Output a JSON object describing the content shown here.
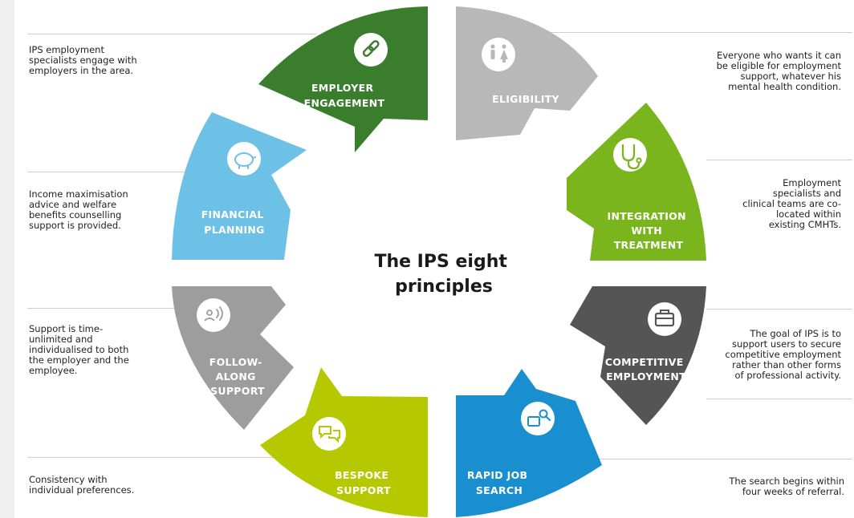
{
  "title": [
    "The IPS eight",
    "principles"
  ],
  "colors": {
    "employer": "#3a7d2c",
    "eligibility": "#b8b8b8",
    "integration": "#7ab51d",
    "competitive": "#555555",
    "rapid": "#1a8fd0",
    "bespoke": "#b5c800",
    "follow": "#9d9d9d",
    "financial": "#6dc1e6"
  },
  "segments": [
    {
      "id": "employer-engagement",
      "label": [
        "EMPLOYER",
        "ENGAGEMENT"
      ],
      "icon": "link-icon",
      "description": "IPS employment\nspecialists engage with\nemployers in the area."
    },
    {
      "id": "eligibility",
      "label": [
        "ELIGIBILITY"
      ],
      "icon": "people-icon",
      "description": "Everyone who wants it can\nbe eligible for employment\nsupport, whatever his\nmental health condition."
    },
    {
      "id": "integration-with-treatment",
      "label": [
        "INTEGRATION",
        "WITH",
        "TREATMENT"
      ],
      "icon": "stethoscope-icon",
      "description": "Employment\nspecialists and\nclinical teams are co-\nlocated within\nexisting CMHTs."
    },
    {
      "id": "competitive-employment",
      "label": [
        "COMPETITIVE",
        "EMPLOYMENT"
      ],
      "icon": "briefcase-icon",
      "description": "The goal of IPS is to\nsupport users to secure\ncompetitive employment\nrather than other forms\nof professional activity."
    },
    {
      "id": "rapid-job-search",
      "label": [
        "RAPID JOB",
        "SEARCH"
      ],
      "icon": "job-search-icon",
      "description": "The search begins within\nfour weeks of referral."
    },
    {
      "id": "bespoke-support",
      "label": [
        "BESPOKE",
        "SUPPORT"
      ],
      "icon": "chat-bubbles-icon",
      "description": "Consistency with\nindividual preferences."
    },
    {
      "id": "follow-along-support",
      "label": [
        "FOLLOW-",
        "ALONG",
        "SUPPORT"
      ],
      "icon": "speaking-person-icon",
      "description": "Support is time-\nunlimited and\nindividualised to both\nthe employer and the\nemployee."
    },
    {
      "id": "financial-planning",
      "label": [
        "FINANCIAL",
        "PLANNING"
      ],
      "icon": "piggy-bank-icon",
      "description": "Income maximisation\nadvice and welfare\nbenefits counselling\nsupport is provided."
    }
  ]
}
